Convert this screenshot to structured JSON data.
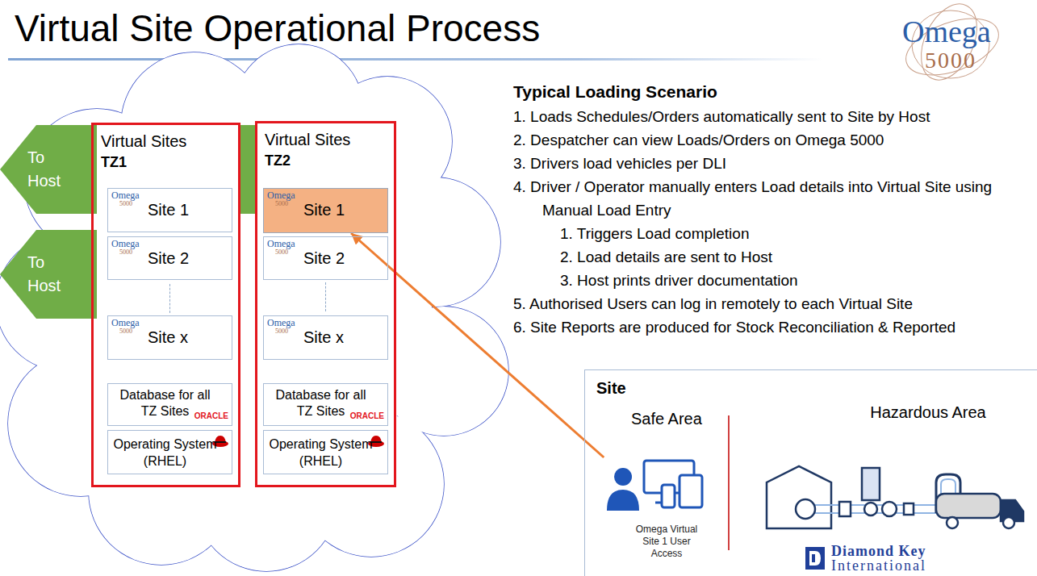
{
  "diagram": {
    "title": "Virtual Site Operational Process",
    "nodes": [
      {
        "text": [
          "To Host"
        ]
      },
      {
        "text": [
          "To Host"
        ]
      },
      {
        "text": [
          "Virtual Sites",
          "TZ1"
        ]
      },
      {
        "text": [
          "Omega",
          "5000",
          "Site 1"
        ],
        "in": 2
      },
      {
        "text": [
          "Omega",
          "5000",
          "Site 2"
        ],
        "in": 2
      },
      {
        "text": [
          "Omega",
          "5000",
          "Site x"
        ],
        "in": 2
      },
      {
        "text": [
          "Database for all TZ Sites",
          "ORACLE"
        ],
        "in": 2
      },
      {
        "text": [
          "Operating System (RHEL)"
        ],
        "in": 2
      },
      {
        "text": [
          "Virtual Sites",
          "TZ2"
        ]
      },
      {
        "text": [
          "Omega",
          "5000",
          "Site 1"
        ],
        "in": 8
      },
      {
        "text": [
          "Omega",
          "5000",
          "Site 2"
        ],
        "in": 8
      },
      {
        "text": [
          "Omega",
          "5000",
          "Site x"
        ],
        "in": 8
      },
      {
        "text": [
          "Database for all TZ Sites",
          "ORACLE"
        ],
        "in": 8
      },
      {
        "text": [
          "Operating System (RHEL)"
        ],
        "in": 8
      },
      {
        "text": [
          "Site",
          "Safe Area",
          "Hazardous Area"
        ]
      },
      {
        "text": [
          "Omega Virtual Site 1 User Access"
        ],
        "in": 14
      }
    ],
    "edges": [
      {
        "from": 15,
        "to": 9,
        "arrow": "to"
      }
    ],
    "labels": [
      "Omega",
      "5000",
      "Typical Loading Scenario",
      "1. Loads Schedules/Orders automatically sent to Site by Host",
      "2. Despatcher can view Loads/Orders on Omega 5000",
      "3. Drivers load vehicles per DLI",
      "4. Driver / Operator manually enters Load details into Virtual Site using Manual Load Entry",
      "1. Triggers Load completion",
      "2. Load details are sent to Host",
      "3. Host prints driver documentation",
      "5. Authorised Users can log in remotely to each Virtual Site",
      "6. Site Reports are produced for Stock Reconciliation & Reported",
      "Diamond Key",
      "International"
    ]
  }
}
